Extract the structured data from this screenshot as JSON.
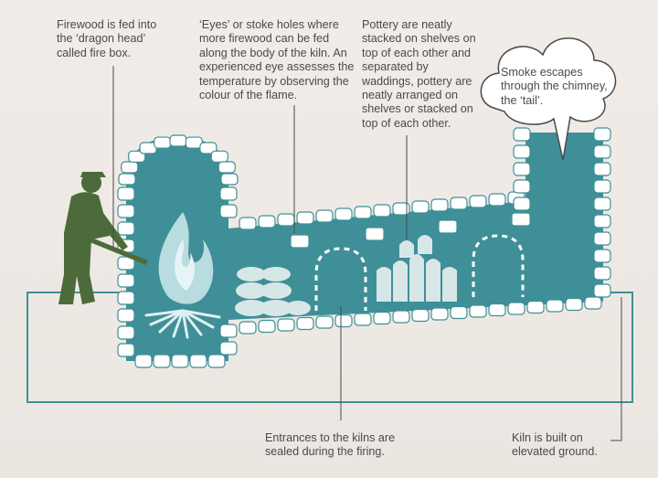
{
  "annotations": {
    "firebox": "Firewood is fed into\nthe ‘dragon head’\ncalled fire box.",
    "eyes": "‘Eyes’ or stoke holes where\nmore firewood can be fed\nalong the body of the kiln. An\nexperienced eye assesses the\ntemperature by observing the\ncolour of the flame.",
    "pottery": "Pottery are neatly\nstacked on shelves on\ntop of each other and\nseparated by\nwaddings, pottery are\nneatly arranged on\nshelves or stacked on\ntop of each other.",
    "smoke": "Smoke escapes\nthrough the chimney,\nthe ‘tail’.",
    "entrances": "Entrances to the kilns are\nsealed during the firing.",
    "ground": "Kiln is built on\nelevated ground."
  },
  "colors": {
    "kiln": "#3f8f98",
    "worker": "#4d6b3a",
    "brick": "#ffffff",
    "text": "#4a4a4a",
    "background": "#efe9e4"
  },
  "icons": {
    "worker": "worker-silhouette-icon",
    "fire": "flame-icon",
    "pots": "pottery-icon",
    "cloud": "smoke-cloud-icon"
  }
}
